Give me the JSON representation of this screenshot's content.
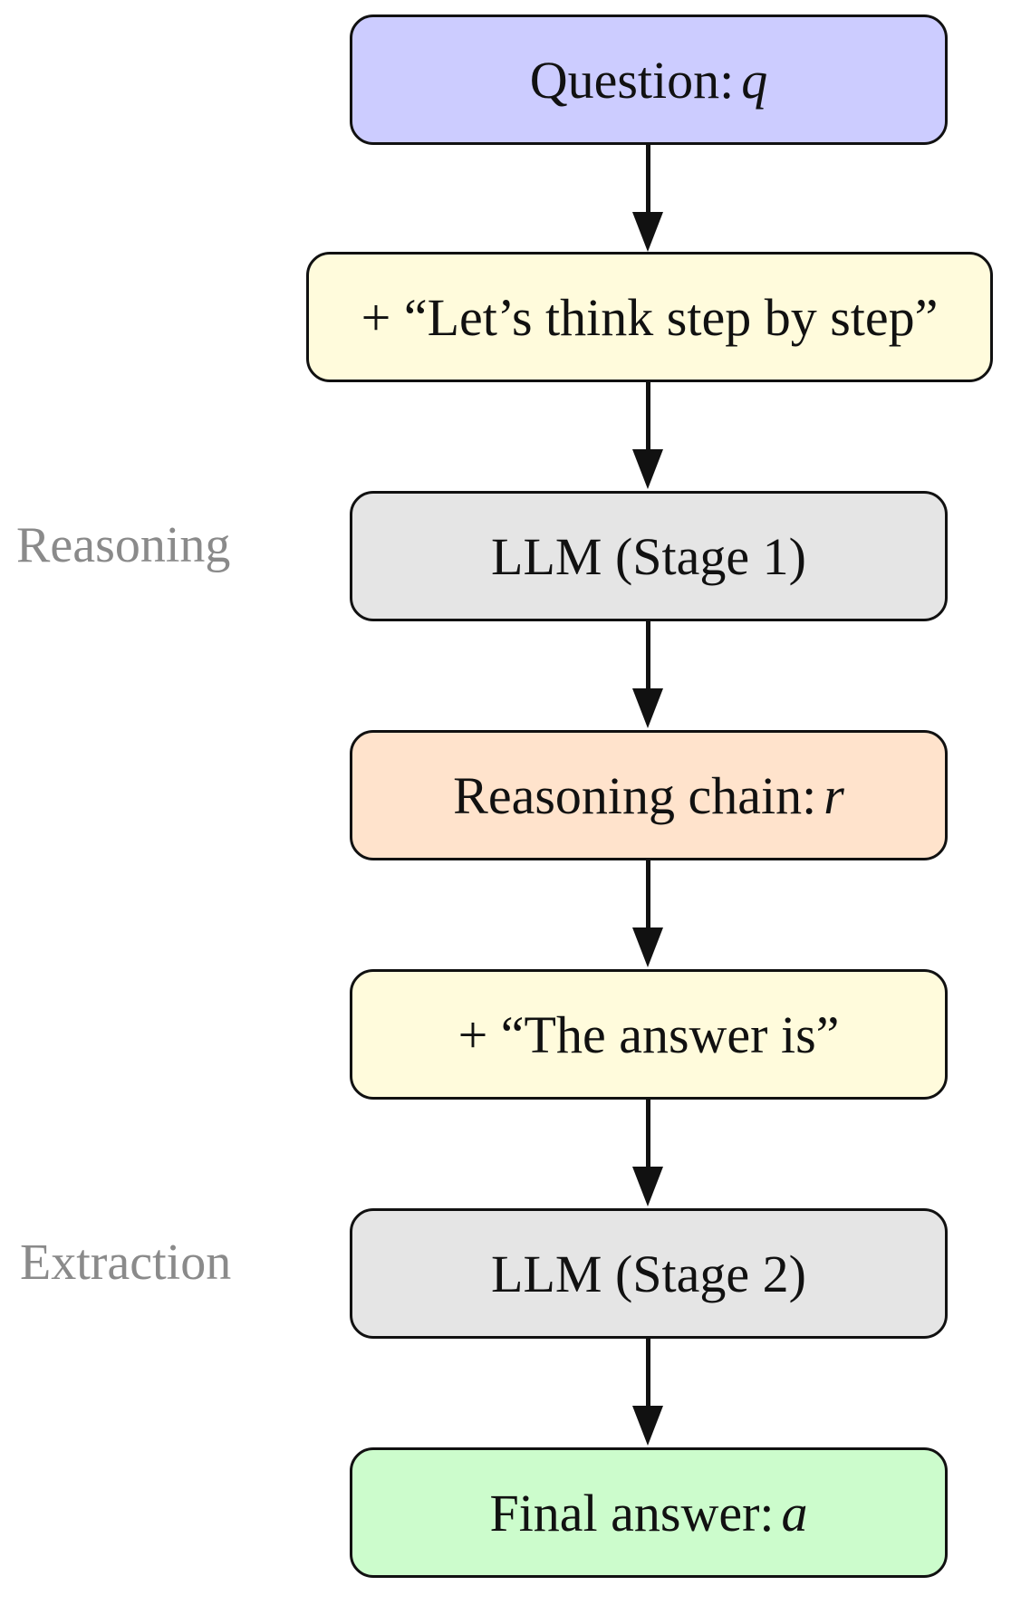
{
  "diagram": {
    "nodes": [
      {
        "id": "question",
        "text": "Question:",
        "var": "q",
        "fill": "#ccccff"
      },
      {
        "id": "cot-trigger",
        "text": "+ “Let’s think step by step”",
        "var": "",
        "fill": "#fffbdc"
      },
      {
        "id": "llm-stage1",
        "text": "LLM (Stage 1)",
        "var": "",
        "fill": "#e5e5e5"
      },
      {
        "id": "reasoning-chain",
        "text": "Reasoning chain:",
        "var": "r",
        "fill": "#ffe3cc"
      },
      {
        "id": "answer-trigger",
        "text": "+ “The answer is”",
        "var": "",
        "fill": "#fffbdc"
      },
      {
        "id": "llm-stage2",
        "text": "LLM (Stage 2)",
        "var": "",
        "fill": "#e5e5e5"
      },
      {
        "id": "final-answer",
        "text": "Final answer:",
        "var": "a",
        "fill": "#ccfccc"
      }
    ],
    "stages": {
      "reasoning": "Reasoning",
      "extraction": "Extraction"
    },
    "colors": {
      "border": "#111111",
      "arrow": "#111111",
      "stage_label": "#8a8a8a"
    }
  }
}
